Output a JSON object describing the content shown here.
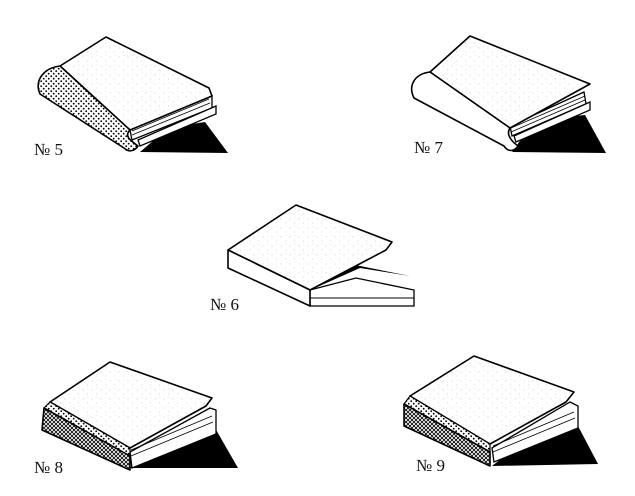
{
  "labels": {
    "b5": "№ 5",
    "b7": "№ 7",
    "b6": "№ 6",
    "b8": "№ 8",
    "b9": "№ 9"
  },
  "colors": {
    "ink": "#000000",
    "paper": "#ffffff",
    "cover_speckle": "#b9b9b9"
  },
  "icons": {
    "spine_pattern_dots": "dotted-spine",
    "spine_pattern_cross": "crosshatch-spine"
  }
}
